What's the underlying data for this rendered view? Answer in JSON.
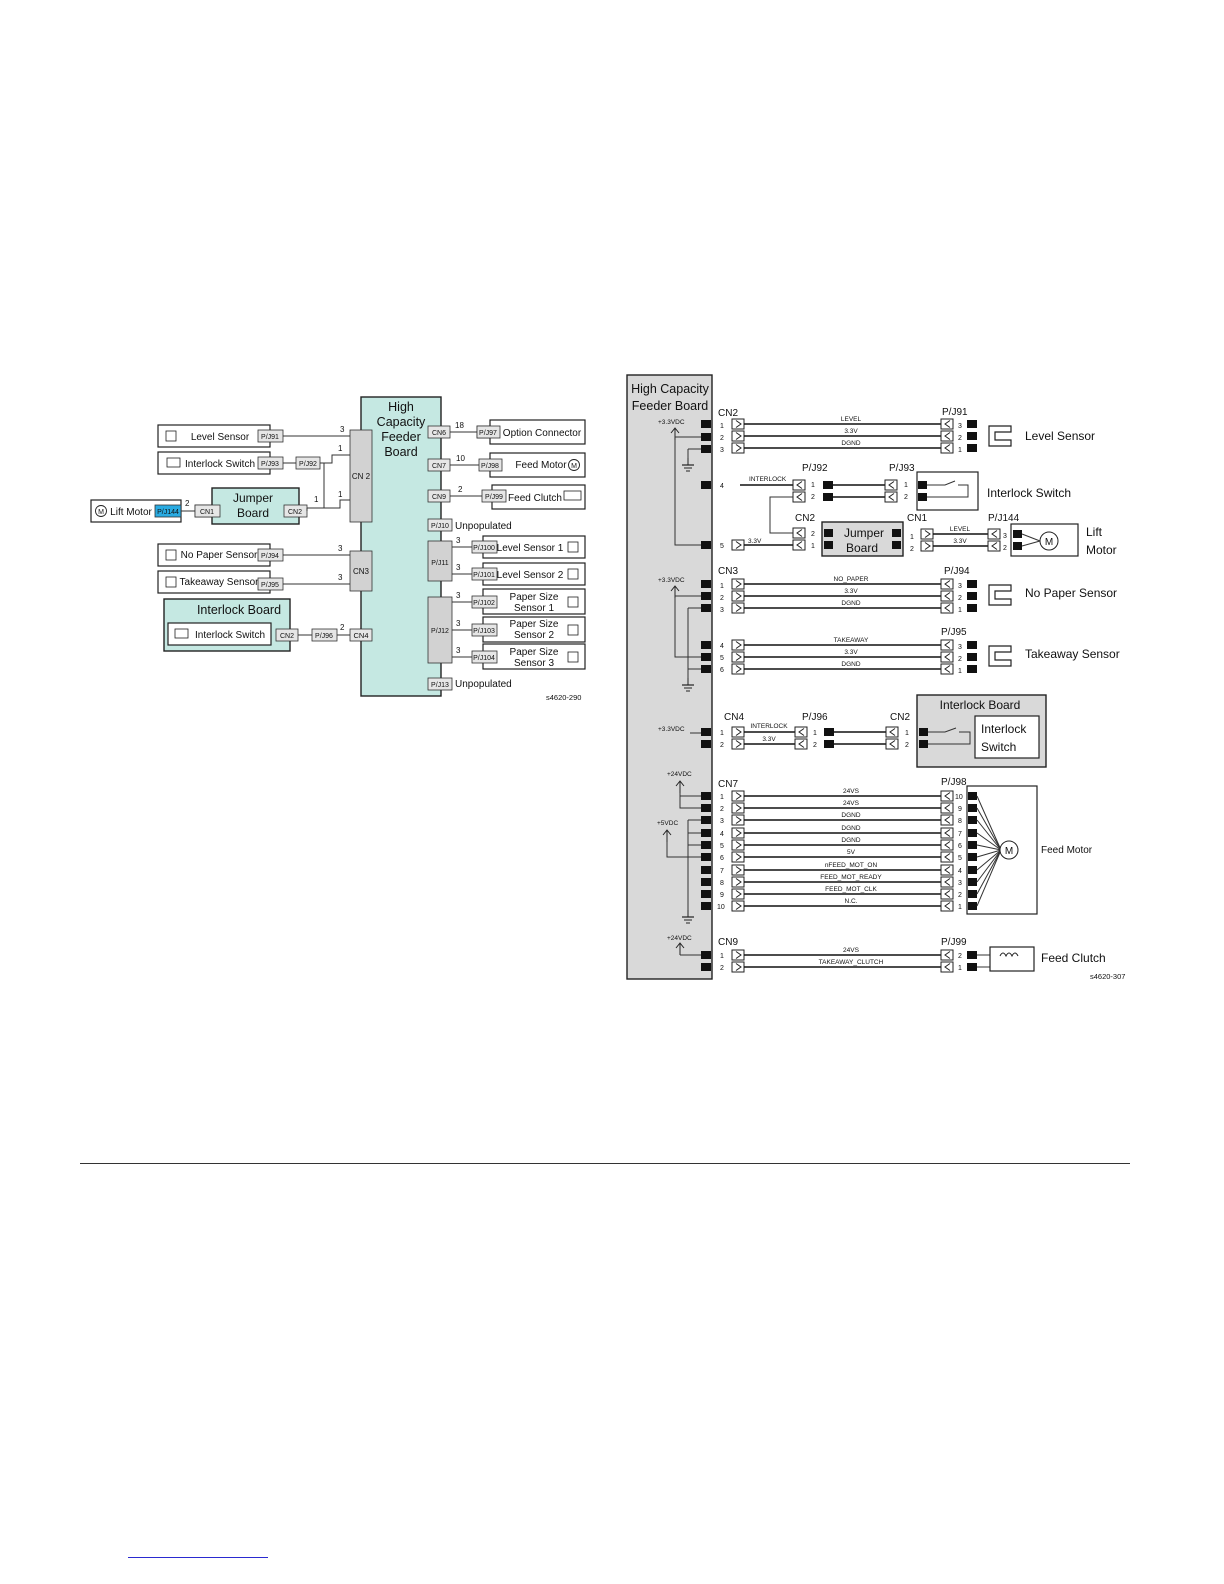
{
  "block": {
    "board_title": [
      "High",
      "Capacity",
      "Feeder",
      "Board"
    ],
    "cn2": "CN 2",
    "cn3": "CN3",
    "cn4": "CN4",
    "level_sensor": "Level Sensor",
    "interlock_switch": "Interlock Switch",
    "pj91": "P/J91",
    "pj93": "P/J93",
    "pj92": "P/J92",
    "lift_motor": "Lift Motor",
    "pj144": "P/J144",
    "cn1": "CN1",
    "jumper_board": [
      "Jumper",
      "Board"
    ],
    "jumper_cn2": "CN2",
    "no_paper_sensor": "No Paper Sensor",
    "pj94": "P/J94",
    "takeaway_sensor": "Takeaway Sensor",
    "pj95": "P/J95",
    "interlock_board": "Interlock Board",
    "ib_switch": "Interlock Switch",
    "ib_cn2": "CN2",
    "pj96": "P/J96",
    "cn6": "CN6",
    "pj97": "P/J97",
    "option_connector": "Option Connector",
    "cn7": "CN7",
    "pj98": "P/J98",
    "feed_motor": "Feed Motor",
    "cn9": "CN9",
    "pj99": "P/J99",
    "feed_clutch": "Feed Clutch",
    "pj10": "P/J10",
    "unpopulated": "Unpopulated",
    "pj11": "P/J11",
    "pj100": "P/J100",
    "level_sensor_1": "Level Sensor 1",
    "pj101": "P/J101",
    "level_sensor_2": "Level Sensor 2",
    "pj12": "P/J12",
    "pj102": "P/J102",
    "pj103": "P/J103",
    "pj104": "P/J104",
    "pss1": [
      "Paper Size",
      "Sensor 1"
    ],
    "pss2": [
      "Paper Size",
      "Sensor 2"
    ],
    "pss3": [
      "Paper Size",
      "Sensor 3"
    ],
    "pj13": "P/J13",
    "n3": "3",
    "n1": "1",
    "n2": "2",
    "n18": "18",
    "n10": "10",
    "motor_symbol": "M",
    "figure_id": "s4620-290"
  },
  "wiring": {
    "board_title": [
      "High Capacity",
      "Feeder Board"
    ],
    "cn2": "CN2",
    "cn3": "CN3",
    "cn4": "CN4",
    "cn7": "CN7",
    "cn9": "CN9",
    "v33": "+3.3VDC",
    "v24": "+24VDC",
    "v5": "+5VDC",
    "pj91": "P/J91",
    "pj92": "P/J92",
    "pj93": "P/J93",
    "pj144": "P/J144",
    "pj94": "P/J94",
    "pj95": "P/J95",
    "pj96": "P/J96",
    "pj98": "P/J98",
    "pj99": "P/J99",
    "jb_cn2": "CN2",
    "jb_cn1": "CN1",
    "ib_cn2": "CN2",
    "jumper_board": [
      "Jumper",
      "Board"
    ],
    "level_sensor": "Level Sensor",
    "interlock_switch": "Interlock Switch",
    "lift_motor": [
      "Lift",
      "Motor"
    ],
    "no_paper_sensor": "No Paper Sensor",
    "takeaway_sensor": "Takeaway Sensor",
    "interlock_board": "Interlock Board",
    "ib_switch": [
      "Interlock",
      "Switch"
    ],
    "feed_motor": "Feed Motor",
    "feed_clutch": "Feed Clutch",
    "sig_level": [
      "LEVEL",
      "3.3V",
      "DGND"
    ],
    "sig_interlock": "INTERLOCK",
    "sig_33v": "3.3V",
    "sig_lift": [
      "LEVEL",
      "3.3V"
    ],
    "sig_nopaper": [
      "NO_PAPER",
      "3.3V",
      "DGND"
    ],
    "sig_takeaway": [
      "TAKEAWAY",
      "3.3V",
      "DGND"
    ],
    "sig_cn4": [
      "INTERLOCK",
      "3.3V"
    ],
    "sig_feed": [
      "24VS",
      "24VS",
      "DGND",
      "DGND",
      "DGND",
      "5V",
      "nFEED_MOT_ON",
      "FEED_MOT_READY",
      "FEED_MOT_CLK",
      "N.C."
    ],
    "sig_clutch": [
      "24VS",
      "TAKEAWAY_CLUTCH"
    ],
    "p1": "1",
    "p2": "2",
    "p3": "3",
    "p4": "4",
    "p5": "5",
    "p6": "6",
    "p7": "7",
    "p8": "8",
    "p9": "9",
    "p10": "10",
    "motor_symbol": "M",
    "figure_id": "s4620-307"
  }
}
